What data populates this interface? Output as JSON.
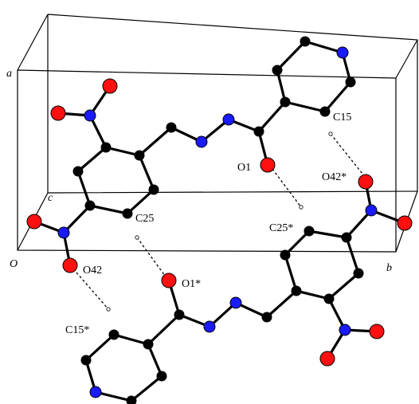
{
  "axes": {
    "a": "a",
    "b": "b",
    "c": "c",
    "origin": "O"
  },
  "labels": {
    "C15": "C15",
    "O1": "O1",
    "O42_star": "O42*",
    "C25": "C25",
    "C25_star": "C25*",
    "O42": "O42",
    "O1_star": "O1*",
    "C15_star": "C15*"
  },
  "colors": {
    "carbon": "#000000",
    "nitrogen": "#1a1aff",
    "oxygen": "#ff1010",
    "hydrogen": "#ffffff"
  }
}
